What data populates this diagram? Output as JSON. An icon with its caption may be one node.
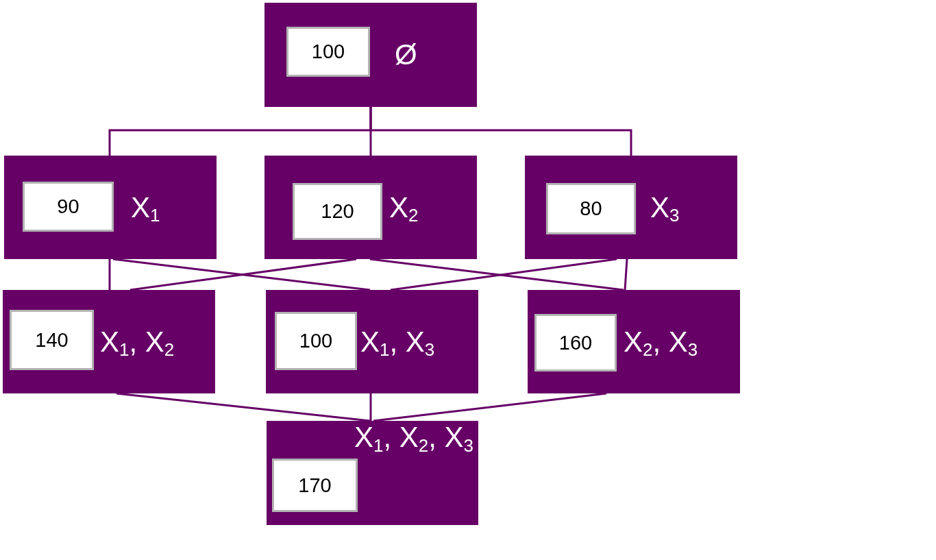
{
  "diagram": {
    "nodes": [
      {
        "text": [
          "Ø"
        ]
      },
      {
        "text": [
          "100"
        ],
        "in": 0
      },
      {
        "text": [
          "X$_{1}$"
        ]
      },
      {
        "text": [
          "90"
        ],
        "in": 2
      },
      {
        "text": [
          "X$_{2}$"
        ]
      },
      {
        "text": [
          "120"
        ],
        "in": 4
      },
      {
        "text": [
          "X$_{3}$"
        ]
      },
      {
        "text": [
          "80"
        ],
        "in": 6
      },
      {
        "text": [
          "X$_{1}$, X$_{2}$"
        ]
      },
      {
        "text": [
          "140"
        ],
        "in": 8
      },
      {
        "text": [
          "X$_{1}$, X$_{3}$"
        ]
      },
      {
        "text": [
          "100"
        ],
        "in": 10
      },
      {
        "text": [
          "X$_{2}$, X$_{3}$"
        ]
      },
      {
        "text": [
          "160"
        ],
        "in": 12
      },
      {
        "text": [
          "X$_{1}$, X$_{2}$, X$_{3}$"
        ]
      },
      {
        "text": [
          "170"
        ],
        "in": 14
      }
    ],
    "edges": [
      {
        "from": 0,
        "to": 2,
        "arrow": "none"
      },
      {
        "from": 0,
        "to": 4,
        "arrow": "none"
      },
      {
        "from": 0,
        "to": 6,
        "arrow": "none"
      },
      {
        "from": 2,
        "to": 8,
        "arrow": "none"
      },
      {
        "from": 2,
        "to": 10,
        "arrow": "none"
      },
      {
        "from": 4,
        "to": 8,
        "arrow": "none"
      },
      {
        "from": 4,
        "to": 12,
        "arrow": "none"
      },
      {
        "from": 6,
        "to": 10,
        "arrow": "none"
      },
      {
        "from": 6,
        "to": 12,
        "arrow": "none"
      },
      {
        "from": 8,
        "to": 14,
        "arrow": "none"
      },
      {
        "from": 10,
        "to": 14,
        "arrow": "none"
      },
      {
        "from": 12,
        "to": 14,
        "arrow": "none"
      }
    ]
  }
}
